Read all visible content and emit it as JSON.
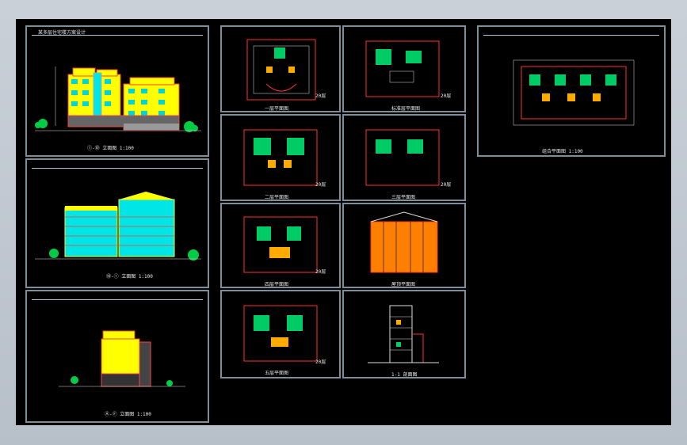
{
  "window": {
    "background": "#000000",
    "frame_color": "#7f8f99"
  },
  "sheets": [
    {
      "id": "front-elevation",
      "caption": "①-⑩ 立面图 1:100",
      "title": "某多层住宅楼方案设计"
    },
    {
      "id": "rear-elevation",
      "caption": "⑩-① 立面图 1:100"
    },
    {
      "id": "side-elevation",
      "caption": "Ⓐ-Ⓕ 立面图 1:100"
    },
    {
      "id": "plan-1",
      "caption": "一层平面图",
      "tag": "20层"
    },
    {
      "id": "plan-2",
      "caption": "标准层平面图",
      "tag": "20层"
    },
    {
      "id": "plan-3",
      "caption": "二层平面图",
      "tag": "20层"
    },
    {
      "id": "plan-4",
      "caption": "三层平面图",
      "tag": "20层"
    },
    {
      "id": "plan-5",
      "caption": "四层平面图",
      "tag": "20层"
    },
    {
      "id": "roof-plan",
      "caption": "屋顶平面图"
    },
    {
      "id": "plan-6",
      "caption": "五层平面图",
      "tag": "20层"
    },
    {
      "id": "section",
      "caption": "1-1 剖面图"
    },
    {
      "id": "large-plan",
      "caption": "组合平面图 1:100"
    }
  ],
  "colors": {
    "facade_yellow": "#ffff00",
    "facade_cyan": "#00e5e5",
    "wall_red": "#ff2a2a",
    "tree_green": "#00cc44",
    "orange": "#ff7f00"
  }
}
